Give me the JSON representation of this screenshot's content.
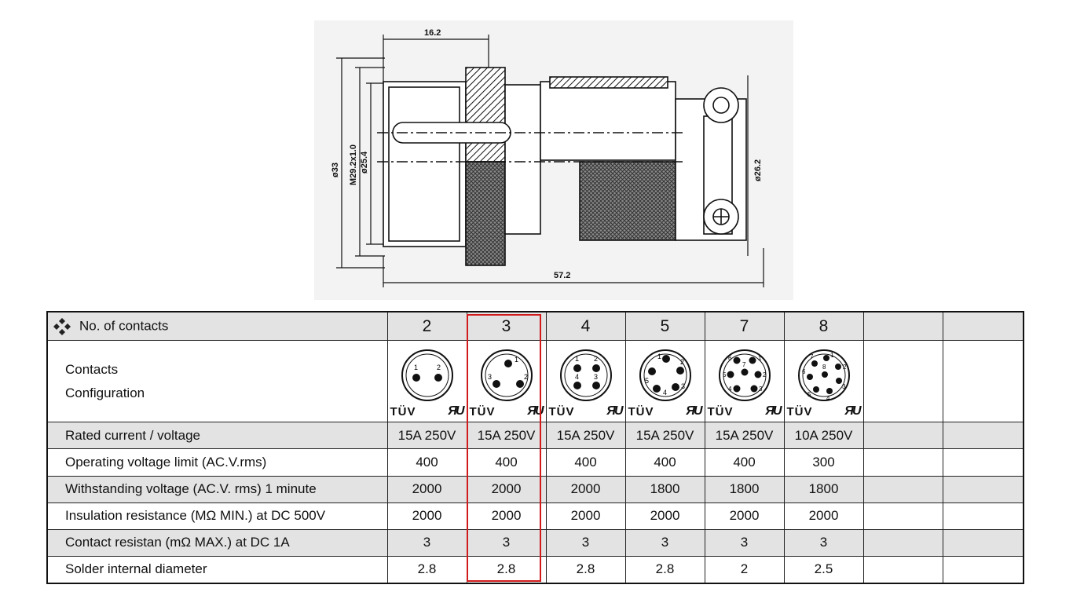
{
  "drawing": {
    "dims": {
      "top_length": "16.2",
      "bottom_length": "57.2",
      "outer_diameter": "ø33",
      "thread": "M29.2x1.0",
      "inner_diameter": "ø25.4",
      "right_diameter": "ø26.2"
    }
  },
  "table": {
    "header": {
      "label": "No. of contacts",
      "columns": [
        "2",
        "3",
        "4",
        "5",
        "7",
        "8",
        "",
        ""
      ]
    },
    "config": {
      "label_line1": "Contacts",
      "label_line2": "Configuration",
      "tuv": "TÜV",
      "pin_labels": {
        "c2": [
          "1",
          "2"
        ],
        "c3": [
          "1",
          "2",
          "3"
        ],
        "c4": [
          "1",
          "2",
          "3",
          "4"
        ],
        "c5": [
          "1",
          "2",
          "3",
          "4",
          "5"
        ],
        "c7": [
          "1",
          "2",
          "3",
          "4",
          "5",
          "6",
          "7"
        ],
        "c8": [
          "1",
          "2",
          "3",
          "4",
          "5",
          "6",
          "7",
          "8"
        ]
      }
    },
    "rows": [
      {
        "label": "Rated current / voltage",
        "values": [
          "15A 250V",
          "15A 250V",
          "15A 250V",
          "15A 250V",
          "15A 250V",
          "10A 250V",
          "",
          ""
        ]
      },
      {
        "label": "Operating voltage limit (AC.V.rms)",
        "values": [
          "400",
          "400",
          "400",
          "400",
          "400",
          "300",
          "",
          ""
        ]
      },
      {
        "label": "Withstanding voltage (AC.V. rms) 1 minute",
        "values": [
          "2000",
          "2000",
          "2000",
          "1800",
          "1800",
          "1800",
          "",
          ""
        ]
      },
      {
        "label": "Insulation resistance (MΩ MIN.) at DC 500V",
        "values": [
          "2000",
          "2000",
          "2000",
          "2000",
          "2000",
          "2000",
          "",
          ""
        ]
      },
      {
        "label": "Contact resistan (mΩ MAX.) at DC 1A",
        "values": [
          "3",
          "3",
          "3",
          "3",
          "3",
          "3",
          "",
          ""
        ]
      },
      {
        "label": "Solder internal diameter",
        "values": [
          "2.8",
          "2.8",
          "2.8",
          "2.8",
          "2",
          "2.5",
          "",
          ""
        ]
      }
    ],
    "highlight_color": "#d11a1a"
  }
}
